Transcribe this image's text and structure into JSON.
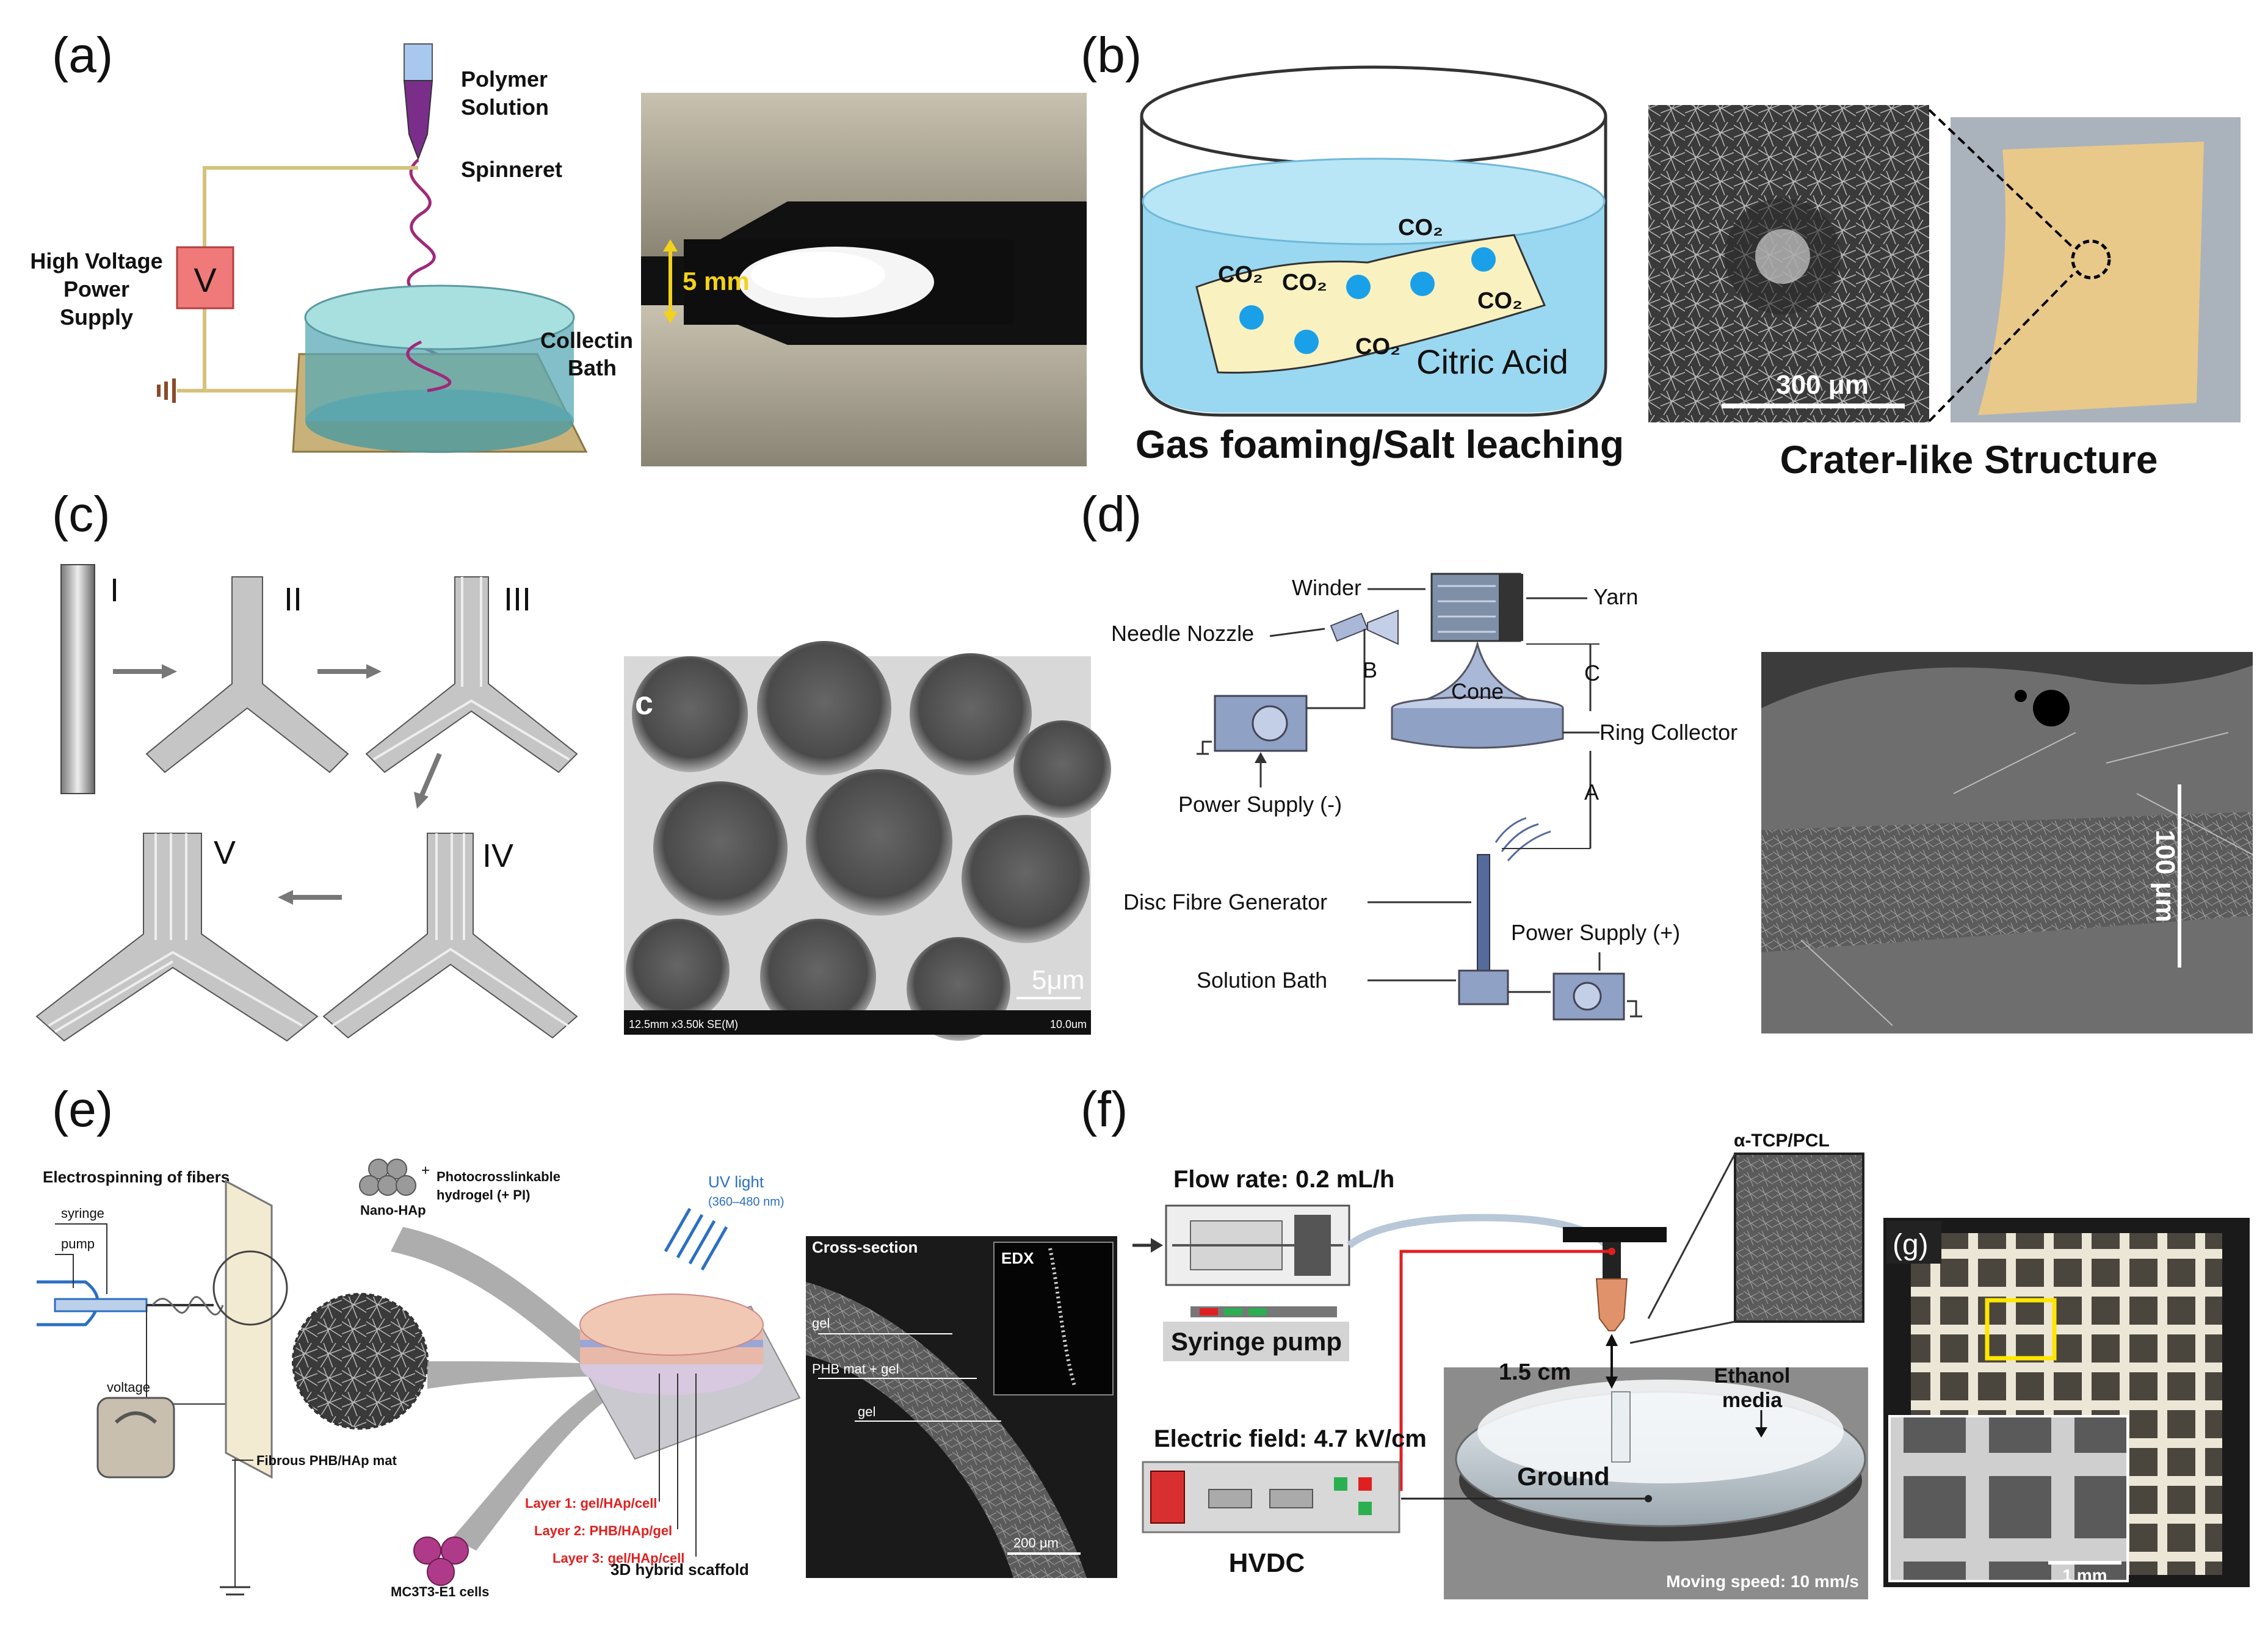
{
  "panels": {
    "a": {
      "label": "(a)",
      "polymer_1": "Polymer",
      "polymer_2": "Solution",
      "spinneret": "Spinneret",
      "hv_1": "High Voltage",
      "hv_2": "Power",
      "hv_3": "Supply",
      "v": "V",
      "collect_1": "Collectin",
      "collect_2": "Bath",
      "scale": "5 mm"
    },
    "b": {
      "label": "(b)",
      "co2": "CO₂",
      "citric": "Citric Acid",
      "process": "Gas foaming/Salt leaching",
      "scale": "300 μm",
      "caption": "Crater-like Structure"
    },
    "c": {
      "label": "(c)",
      "steps": [
        "I",
        "II",
        "III",
        "IV",
        "V"
      ],
      "sem_letter": "c",
      "scale": "5μm",
      "footer": "12.5mm x3.50k SE(M)",
      "footer_scale": "10.0um"
    },
    "d": {
      "label": "(d)",
      "winder": "Winder",
      "yarn": "Yarn",
      "needle": "Needle Nozzle",
      "b": "B",
      "c": "C",
      "a": "A",
      "cone": "Cone",
      "ring": "Ring Collector",
      "ps_neg": "Power Supply (-)",
      "disc": "Disc Fibre Generator",
      "ps_pos": "Power Supply (+)",
      "bath": "Solution Bath",
      "scale": "100 μm"
    },
    "e": {
      "label": "(e)",
      "title": "Electrospinning of fibers",
      "syringe": "syringe",
      "pump": "pump",
      "voltage": "voltage",
      "nanohap": "Nano-HAp",
      "hydrogel_1": "Photocrosslinkable",
      "hydrogel_2": "hydrogel (+ PI)",
      "uv_1": "UV light",
      "uv_2": "(360–480 nm)",
      "mat": "Fibrous PHB/HAp mat",
      "cells": "MC3T3-E1 cells",
      "layer1": "Layer 1: gel/HAp/cell",
      "layer2": "Layer 2: PHB/HAp/gel",
      "layer3": "Layer 3: gel/HAp/cell",
      "scaffold": "3D hybrid scaffold",
      "cross": "Cross-section",
      "edx": "EDX",
      "gel": "gel",
      "phb": "PHB mat + gel",
      "scale": "200 μm"
    },
    "f": {
      "label": "(f)",
      "flow": "Flow rate: 0.2 mL/h",
      "syringe_pump": "Syringe pump",
      "field": "Electric field: 4.7 kV/cm",
      "hvdc": "HVDC",
      "gap": "1.5 cm",
      "ethanol_1": "Ethanol",
      "ethanol_2": "media",
      "ground": "Ground",
      "speed": "Moving speed: 10 mm/s",
      "material": "α-TCP/PCL"
    },
    "g": {
      "label": "(g)",
      "scale": "1 mm"
    }
  },
  "colors": {
    "yellow_highlight": "#ffe600",
    "red_wire": "#e02020",
    "bath_blue": "#8fd3ee",
    "v_box": "#f07a7a"
  }
}
